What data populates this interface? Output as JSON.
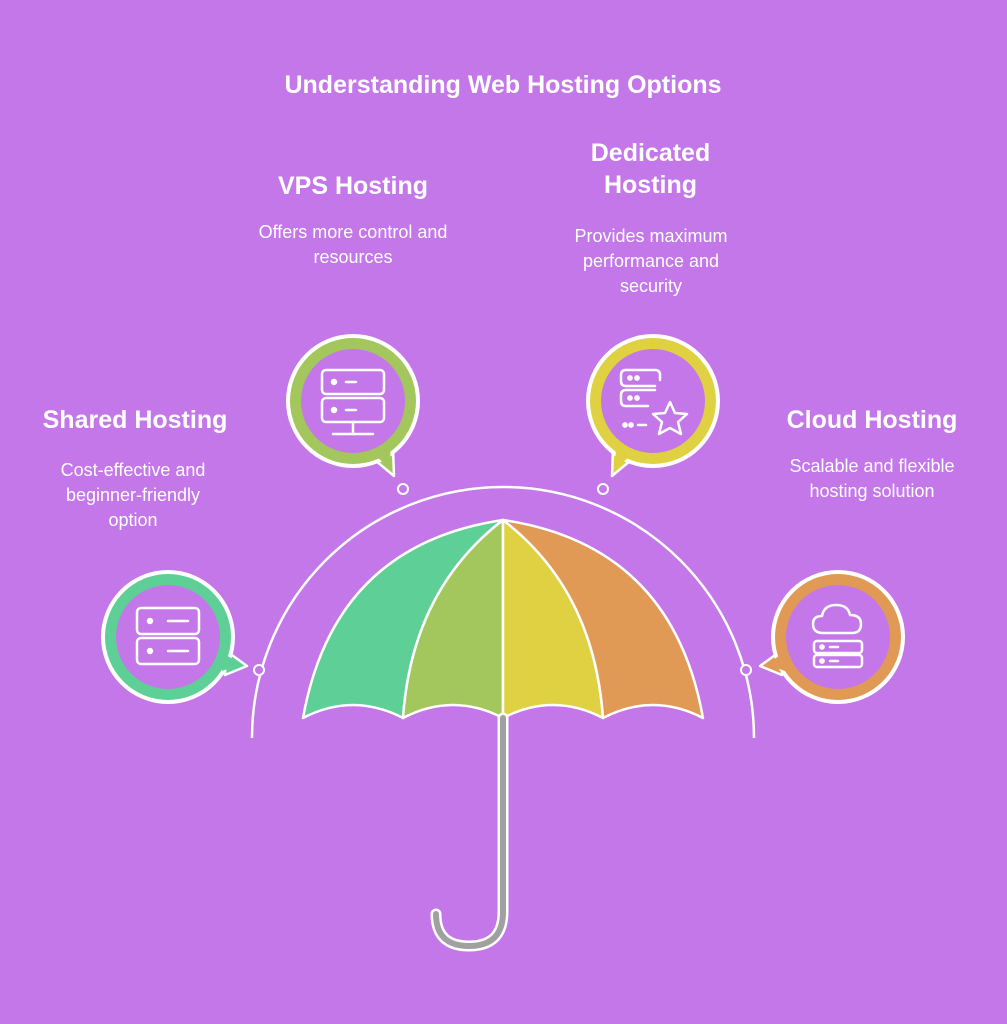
{
  "title": "Understanding Web Hosting Options",
  "options": [
    {
      "key": "shared",
      "heading": "Shared Hosting",
      "description": "Cost-effective and beginner-friendly option",
      "color": "#5ecf96",
      "icon": "server-stack-icon"
    },
    {
      "key": "vps",
      "heading": "VPS Hosting",
      "description": "Offers more control and resources",
      "color": "#a3c75c",
      "icon": "server-terminal-icon"
    },
    {
      "key": "dedicated",
      "heading": "Dedicated Hosting",
      "description": "Provides maximum performance and security",
      "color": "#e0d143",
      "icon": "server-star-icon"
    },
    {
      "key": "cloud",
      "heading": "Cloud Hosting",
      "description": "Scalable and flexible hosting solution",
      "color": "#e19a56",
      "icon": "cloud-server-icon"
    }
  ],
  "colors": {
    "background": "#c377e8",
    "line": "#ffffff",
    "handle": "#a0a0a0"
  }
}
